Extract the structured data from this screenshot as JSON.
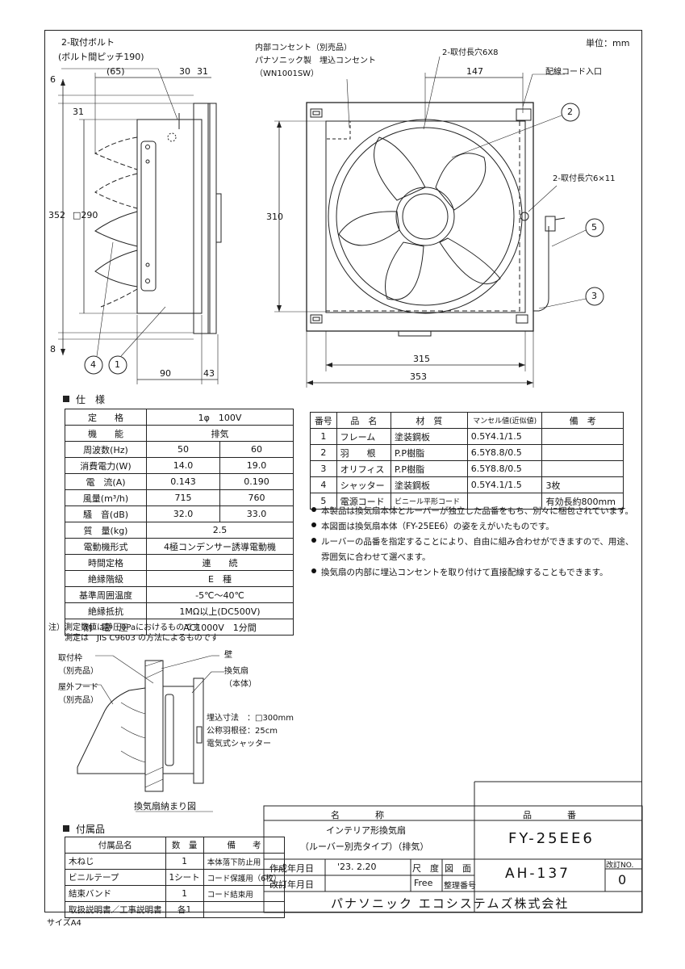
{
  "unit_label": "単位：mm",
  "size_label": "サイズA4",
  "side_view": {
    "bolt_label": "2-取付ボルト",
    "bolt_pitch": "(ボルト間ピッチ190)",
    "dim_65": "(65)",
    "dim_30": "30",
    "dim_31a": "31",
    "dim_6": "6",
    "dim_31b": "31",
    "dim_352": "352",
    "dim_290": "□290",
    "dim_8": "8",
    "dim_90": "90",
    "dim_43": "43",
    "callout_4": "4",
    "callout_1": "1"
  },
  "front_view": {
    "outlet_label1": "内部コンセント（別売品）",
    "outlet_label2": "パナソニック製　埋込コンセント",
    "outlet_label3": "（WN1001SW）",
    "slot_label1": "2-取付長穴6X8",
    "dim_147": "147",
    "cord_entry": "配線コード入口",
    "slot_label2": "2-取付長穴6×11",
    "dim_310": "310",
    "dim_315": "315",
    "dim_353": "353",
    "callout_2": "2",
    "callout_5": "5",
    "callout_3": "3"
  },
  "spec": {
    "heading": "仕　様",
    "rows": [
      {
        "label": "定　　格",
        "v": "1φ　100V"
      },
      {
        "label": "機　　能",
        "v": "排気"
      },
      {
        "label": "周波数(Hz)",
        "a": "50",
        "b": "60"
      },
      {
        "label": "消費電力(W)",
        "a": "14.0",
        "b": "19.0"
      },
      {
        "label": "電　流(A)",
        "a": "0.143",
        "b": "0.190"
      },
      {
        "label": "風量(m³/h)",
        "a": "715",
        "b": "760"
      },
      {
        "label": "騒　音(dB)",
        "a": "32.0",
        "b": "33.0"
      },
      {
        "label": "質　量(kg)",
        "v": "2.5"
      },
      {
        "label": "電動機形式",
        "v": "4極コンデンサー誘導電動機"
      },
      {
        "label": "時間定格",
        "v": "連　　続"
      },
      {
        "label": "絶縁階級",
        "v": "E　種"
      },
      {
        "label": "基準周囲温度",
        "v": "-5℃～40℃"
      },
      {
        "label": "絶縁抵抗",
        "v": "1MΩ以上(DC500V)"
      },
      {
        "label": "耐　電　圧",
        "v": "AC1000V　1分間"
      }
    ],
    "note1": "注）測定数値は静圧0Paにおけるものです",
    "note2": "　　測定は　JIS C9603 の方法によるものです"
  },
  "parts": {
    "headers": [
      "番号",
      "品　名",
      "材　質",
      "マンセル値(近似値)",
      "備　考"
    ],
    "rows": [
      [
        "1",
        "フレーム",
        "塗装鋼板",
        "0.5Y4.1/1.5",
        ""
      ],
      [
        "2",
        "羽　　根",
        "P.P樹脂",
        "6.5Y8.8/0.5",
        ""
      ],
      [
        "3",
        "オリフィス",
        "P.P樹脂",
        "6.5Y8.8/0.5",
        ""
      ],
      [
        "4",
        "シャッター",
        "塗装鋼板",
        "0.5Y4.1/1.5",
        "3枚"
      ],
      [
        "5",
        "電源コード",
        "ビニール平形コード",
        "",
        "有効長約800mm"
      ]
    ]
  },
  "notes": [
    "本製品は換気扇本体とルーバーが独立した品番をもち、別々に梱包されています。",
    "本図面は換気扇本体（FY-25EE6）の姿をえがいたものです。",
    "ルーバーの品番を指定することにより、自由に組み合わせができますので、用途、",
    "雰囲気に合わせて選べます。",
    "換気扇の内部に埋込コンセントを取り付けて直接配線することもできます。"
  ],
  "install": {
    "frame_label": "取付枠",
    "frame_sub": "（別売品）",
    "hood_label": "屋外フード",
    "hood_sub": "（別売品）",
    "wall_label": "壁",
    "fan_label": "換気扇",
    "fan_sub": "（本体）",
    "spec1": "埋込寸法　：□300mm",
    "spec2": "公称羽根径：25cm",
    "spec3": "電気式シャッター",
    "caption": "換気扇納まり図"
  },
  "accessories": {
    "heading": "付属品",
    "headers": [
      "付属品名",
      "数　量",
      "備　　考"
    ],
    "rows": [
      [
        "木ねじ",
        "1",
        "本体落下防止用"
      ],
      [
        "ビニルテープ",
        "1シート",
        "コード保護用（6枚）"
      ],
      [
        "結束バンド",
        "1",
        "コード結束用"
      ],
      [
        "取扱説明書／工事説明書",
        "各1",
        ""
      ]
    ]
  },
  "title_block": {
    "name_header": "名　　　　称",
    "number_header": "品　　　　番",
    "name_line1": "インテリア形換気扇",
    "name_line2": "（ルーバー別売タイプ）（排気）",
    "product_no": "FY-25EE6",
    "created_label": "作成年月日",
    "created_value": "'23. 2.20",
    "scale_label": "尺　度",
    "scale_value": "Free",
    "drawing_label": "図　面",
    "ref_label": "整理番号",
    "drawing_no": "AH-137",
    "revised_label": "改訂年月日",
    "rev_no_label": "改訂NO.",
    "rev_no": "0",
    "company": "パナソニック エコシステムズ株式会社"
  }
}
